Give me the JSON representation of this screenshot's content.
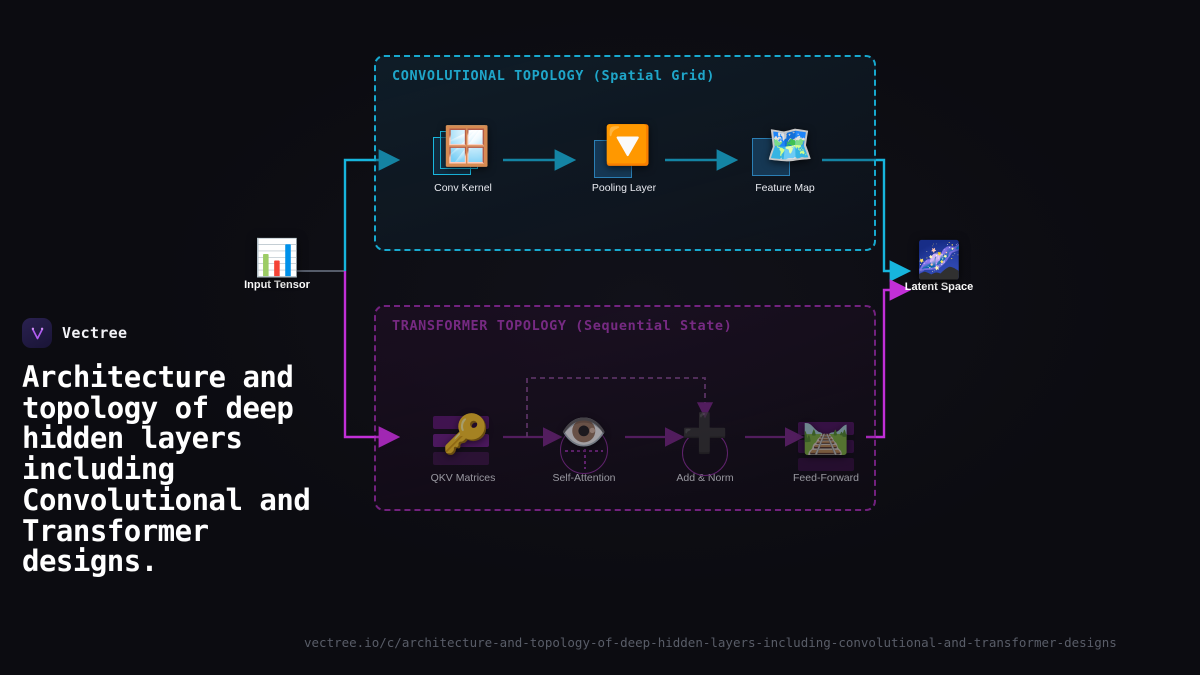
{
  "brand": {
    "name": "Vectree",
    "logo_icon": "vectree-v-tree-icon",
    "accent": "#b05cf0"
  },
  "headline": "Architecture and topology of deep hidden layers including Convolutional and Transformer designs.",
  "url": "vectree.io/c/architecture-and-topology-of-deep-hidden-layers-including-convolutional-and-transformer-designs",
  "colors": {
    "background": "#0c0c11",
    "cnn_accent": "#17a9cf",
    "transformer_accent": "#b02ec0",
    "text_primary": "#ffffff",
    "url_text": "#595d68"
  },
  "endpoints": {
    "input": {
      "label": "Input Tensor",
      "icon": "bar-chart-icon",
      "glyph": "📊"
    },
    "output": {
      "label": "Latent Space",
      "icon": "milky-way-icon",
      "glyph": "🌌"
    }
  },
  "panels": [
    {
      "id": "cnn",
      "title": "CONVOLUTIONAL TOPOLOGY (Spatial Grid)",
      "accent": "#17a9cf",
      "nodes": [
        {
          "label": "Conv Kernel",
          "icon": "window-grid-icon",
          "glyph": "🪟"
        },
        {
          "label": "Pooling Layer",
          "icon": "down-triangle-icon",
          "glyph": "🔽"
        },
        {
          "label": "Feature Map",
          "icon": "world-map-icon",
          "glyph": "🗺️"
        }
      ]
    },
    {
      "id": "transformer",
      "title": "TRANSFORMER TOPOLOGY (Sequential State)",
      "accent": "#b02ec0",
      "nodes": [
        {
          "label": "QKV Matrices",
          "icon": "key-icon",
          "glyph": "🔑"
        },
        {
          "label": "Self-Attention",
          "icon": "eye-icon",
          "glyph": "👁️"
        },
        {
          "label": "Add & Norm",
          "icon": "plus-cross-icon",
          "glyph": "➕"
        },
        {
          "label": "Feed-Forward",
          "icon": "railway-track-icon",
          "glyph": "🛤️"
        }
      ]
    }
  ]
}
